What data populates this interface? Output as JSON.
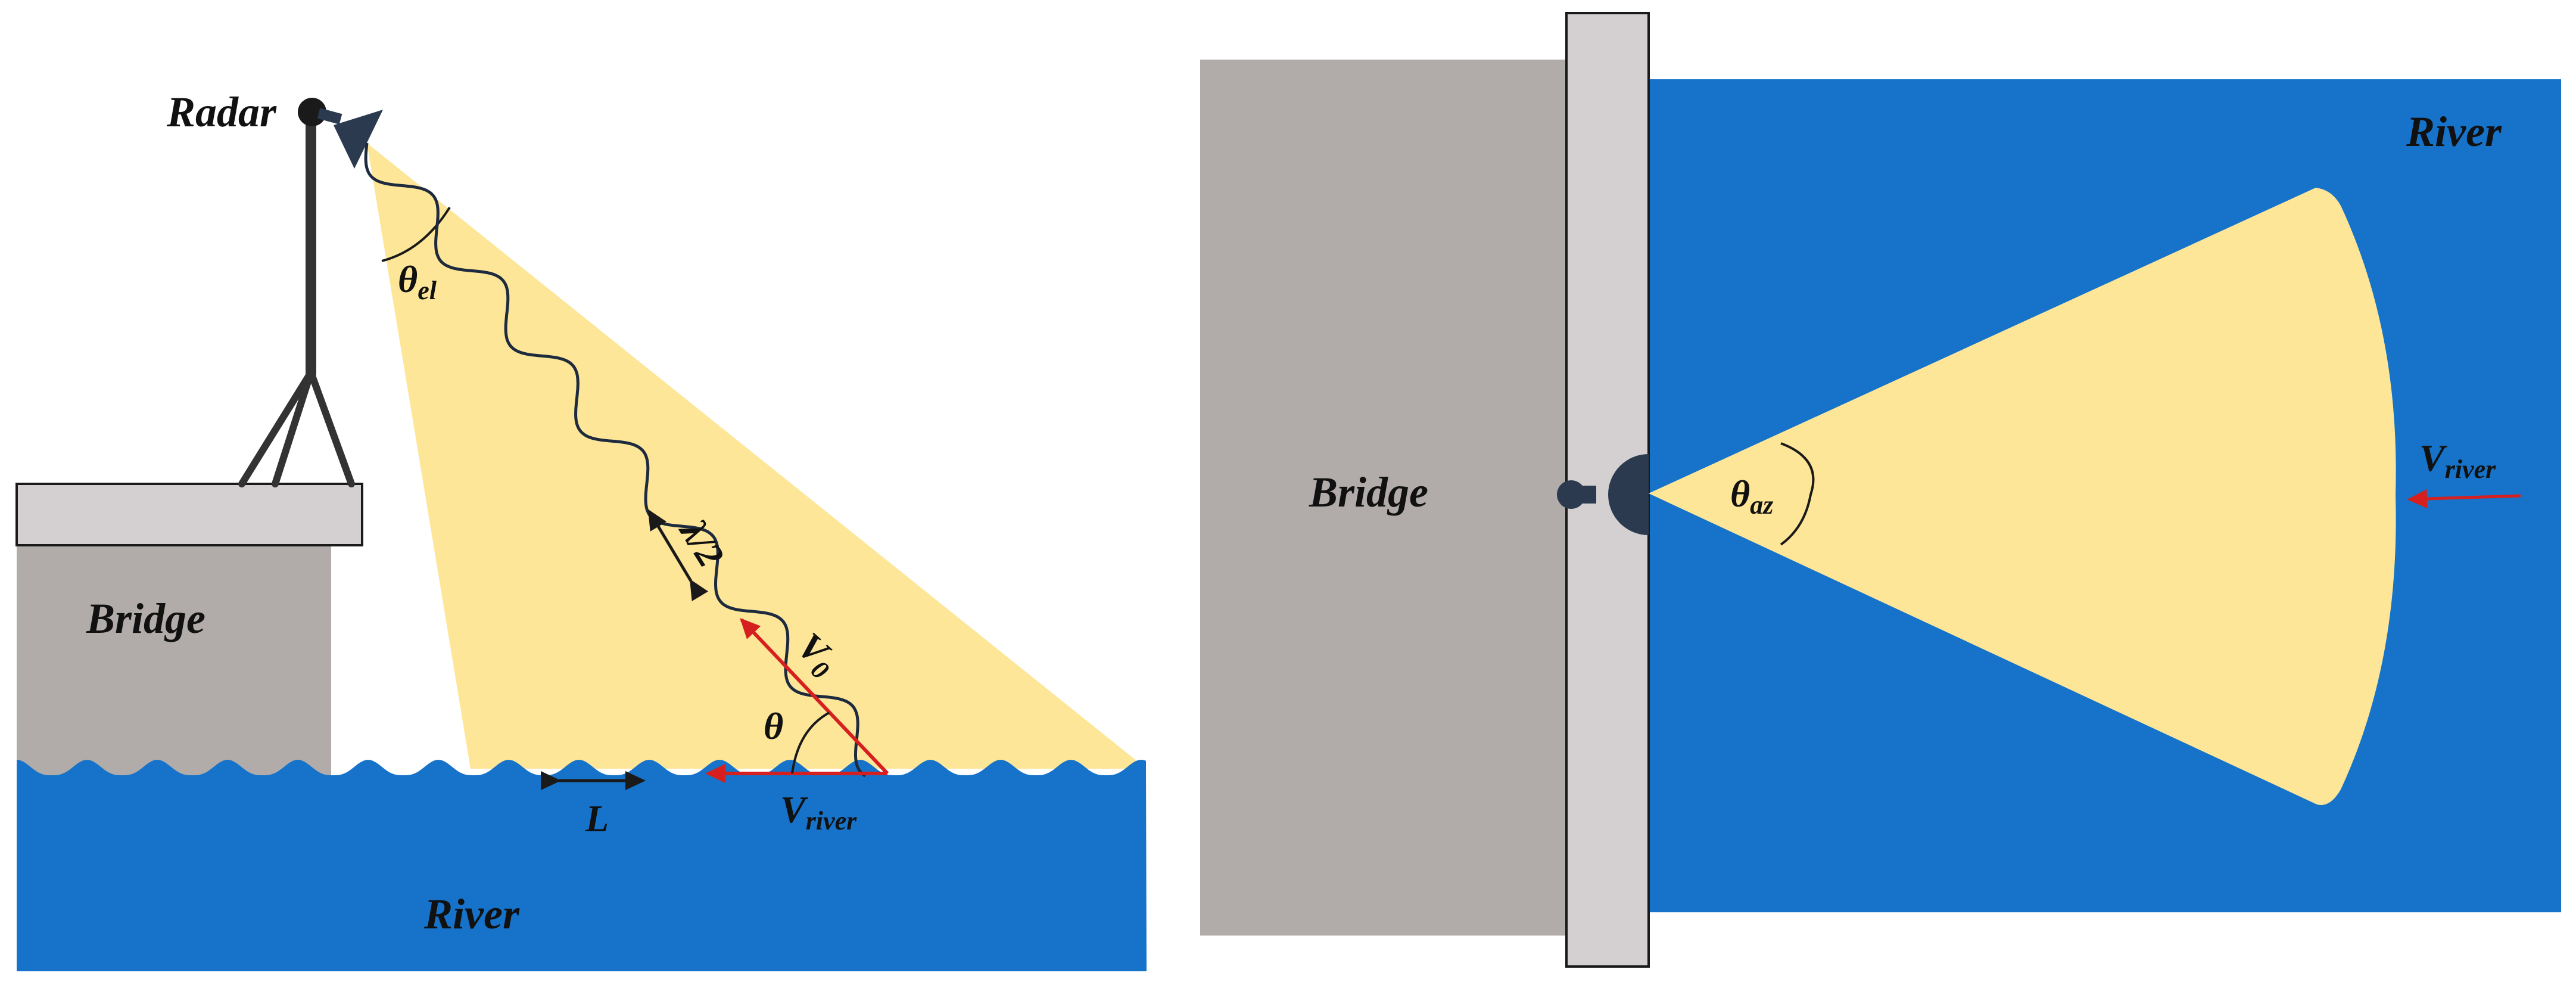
{
  "colors": {
    "river": "#1673C9",
    "beam": "#FDE698",
    "bridge_body": "#B1ACA9",
    "bridge_deck": "#D4D0D2",
    "radar_body": "#2B3A4E",
    "outline": "#1A1A1A",
    "velocity_arrow": "#D61F1F",
    "wave_line": "#1E2A3E"
  },
  "left_panel": {
    "radar_label": "Radar",
    "bridge_label": "Bridge",
    "river_label": "River",
    "elevation_angle": {
      "symbol": "θ",
      "subscript": "el"
    },
    "half_wavelength": "λ/2",
    "radial_velocity": {
      "symbol": "V",
      "subscript": "0"
    },
    "incidence_angle": "θ",
    "wave_spacing": "L",
    "river_velocity": {
      "symbol": "V",
      "subscript": "river"
    }
  },
  "right_panel": {
    "bridge_label": "Bridge",
    "river_label": "River",
    "azimuth_angle": {
      "symbol": "θ",
      "subscript": "az"
    },
    "river_velocity": {
      "symbol": "V",
      "subscript": "river"
    }
  },
  "icons": [
    "radar-icon",
    "tripod-icon"
  ]
}
